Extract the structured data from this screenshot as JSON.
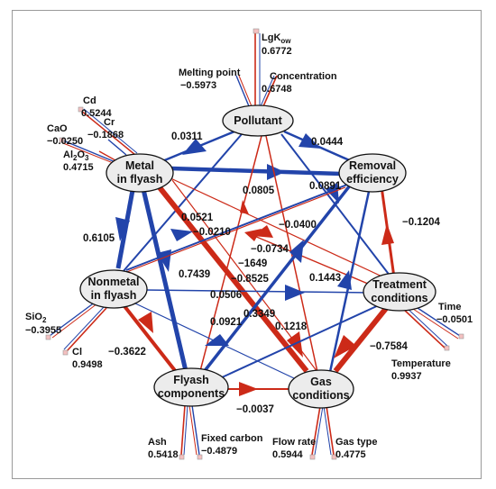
{
  "colors": {
    "positive": "#cc2a18",
    "negative": "#2244aa",
    "node_fill": "#ececec",
    "node_stroke": "#111111"
  },
  "nodes": {
    "pollutant": {
      "line1": "Pollutant",
      "line2": ""
    },
    "metal": {
      "line1": "Metal",
      "line2": "in flyash"
    },
    "removal": {
      "line1": "Removal",
      "line2": "efficiency"
    },
    "nonmetal": {
      "line1": "Nonmetal",
      "line2": "in flyash"
    },
    "treatment": {
      "line1": "Treatment",
      "line2": "conditions"
    },
    "flyash": {
      "line1": "Flyash",
      "line2": "components"
    },
    "gas": {
      "line1": "Gas",
      "line2": "conditions"
    }
  },
  "indicators": {
    "lgkow": {
      "name": "LgK",
      "sub": "ow",
      "value": "0.6772"
    },
    "melting": {
      "name": "Melting point",
      "value": "−0.5973"
    },
    "concentration": {
      "name": "Concentration",
      "value": "0.6748"
    },
    "cd": {
      "name": "Cd",
      "value": "0.5244"
    },
    "cao": {
      "name": "CaO",
      "value": "−0.0250"
    },
    "cr": {
      "name": "Cr",
      "value": "−0.1868"
    },
    "al2o3": {
      "name": "Al",
      "sub": "2",
      "name2": "O",
      "sub2": "3",
      "value": "0.4715"
    },
    "sio2": {
      "name": "SiO",
      "sub": "2",
      "value": "−0.3955"
    },
    "cl": {
      "name": "Cl",
      "value": "0.9498"
    },
    "time": {
      "name": "Time",
      "value": "−0.0501"
    },
    "temperature": {
      "name": "Temperature",
      "value": "0.9937"
    },
    "ash": {
      "name": "Ash",
      "value": "0.5418"
    },
    "fixed_carbon": {
      "name": "Fixed carbon",
      "value": "−0.4879"
    },
    "flow_rate": {
      "name": "Flow rate",
      "value": "0.5944"
    },
    "gas_type": {
      "name": "Gas type",
      "value": "0.4775"
    }
  },
  "paths": [
    {
      "id": "pol_metal",
      "value": "0.0311"
    },
    {
      "id": "pol_removal",
      "value": "0.0444"
    },
    {
      "id": "metal_removal",
      "value": "0.0805"
    },
    {
      "id": "metal_treatment",
      "value": "0.0891"
    },
    {
      "id": "metal_nonmetal",
      "value": "0.6105"
    },
    {
      "id": "nonmetal_removal",
      "value": "0.0521"
    },
    {
      "id": "flyash_removal",
      "value": "−0.0210"
    },
    {
      "id": "gas_metal",
      "value": "−0.0400"
    },
    {
      "id": "treatment_removal",
      "value": "−0.1204"
    },
    {
      "id": "treatment_nonmetal",
      "value": "−0.0734"
    },
    {
      "id": "gas_pollutant",
      "value": "−1649"
    },
    {
      "id": "metal_flyash",
      "value": "0.7439"
    },
    {
      "id": "metal_gas",
      "value": "−0.8525"
    },
    {
      "id": "treatment_flyash",
      "value": "0.1443"
    },
    {
      "id": "nonmetal_treatment",
      "value": "0.0506"
    },
    {
      "id": "flyash_removal2",
      "value": "0.3349"
    },
    {
      "id": "pol_flyash",
      "value": "0.0921"
    },
    {
      "id": "nonmetal_gas",
      "value": "0.1218"
    },
    {
      "id": "nonmetal_flyash",
      "value": "−0.3622"
    },
    {
      "id": "flyash_gas",
      "value": "−0.0037"
    },
    {
      "id": "treatment_gas",
      "value": "−0.7584"
    }
  ]
}
